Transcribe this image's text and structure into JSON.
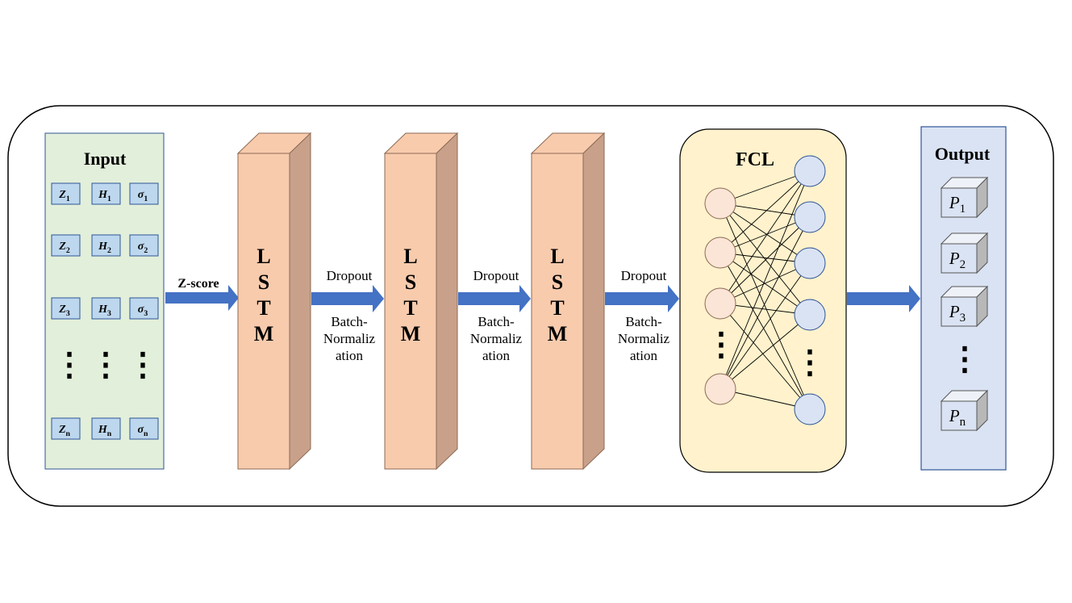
{
  "input": {
    "title": "Input",
    "rows": [
      {
        "z": "Z",
        "zs": "1",
        "h": "H",
        "hs": "1",
        "s": "σ",
        "ss": "1"
      },
      {
        "z": "Z",
        "zs": "2",
        "h": "H",
        "hs": "2",
        "s": "σ",
        "ss": "2"
      },
      {
        "z": "Z",
        "zs": "3",
        "h": "H",
        "hs": "3",
        "s": "σ",
        "ss": "3"
      },
      {
        "z": "Z",
        "zs": "n",
        "h": "H",
        "hs": "n",
        "s": "σ",
        "ss": "n"
      }
    ],
    "ellipsis": "⋮"
  },
  "zscore_label": "Z-score",
  "lstm": {
    "letters": [
      "L",
      "S",
      "T",
      "M"
    ]
  },
  "between": {
    "dropout": "Dropout",
    "bn_lines": [
      "Batch-",
      "Normaliz",
      "ation"
    ]
  },
  "fcl": {
    "title": "FCL",
    "ellipsis": "⋮"
  },
  "output": {
    "title": "Output",
    "items": [
      {
        "p": "P",
        "sub": "1"
      },
      {
        "p": "P",
        "sub": "2"
      },
      {
        "p": "P",
        "sub": "3"
      },
      {
        "p": "P",
        "sub": "n"
      }
    ],
    "ellipsis": "⋮"
  },
  "colors": {
    "input_bg": "#e2efda",
    "cell_bg": "#bdd7ee",
    "lstm_front": "#f8cbad",
    "lstm_side": "#c9a18a",
    "arrow": "#4472c4",
    "fcl_bg": "#fff2cc",
    "node_orange": "#fbe5d6",
    "node_blue": "#dae3f3",
    "output_bg": "#dae3f3"
  }
}
